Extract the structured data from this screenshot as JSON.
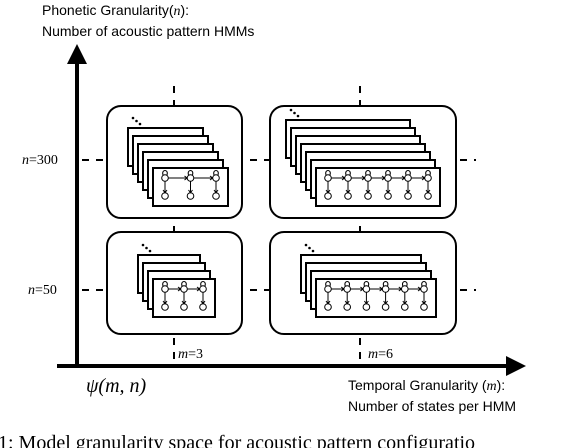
{
  "y_axis": {
    "title_line1": "Phonetic Granularity(",
    "title_var": "n",
    "title_line1_end": "):",
    "title_line2": "Number of acoustic pattern HMMs"
  },
  "x_axis": {
    "title_line1": "Temporal Granularity (",
    "title_var": "m",
    "title_line1_end": "):",
    "title_line2": "Number of states per HMM"
  },
  "ticks": {
    "n300": {
      "var": "n",
      "value": "=300"
    },
    "n50": {
      "var": "n",
      "value": "=50"
    },
    "m3": {
      "var": "m",
      "value": "=3"
    },
    "m6": {
      "var": "m",
      "value": "=6"
    }
  },
  "origin_label": "ψ(m, n)",
  "caption": "1: Model granularity space for acoustic pattern configuratio",
  "cells": [
    {
      "id": "m3-n300",
      "m": 3,
      "n": 300
    },
    {
      "id": "m6-n300",
      "m": 6,
      "n": 300
    },
    {
      "id": "m3-n50",
      "m": 3,
      "n": 50
    },
    {
      "id": "m6-n50",
      "m": 6,
      "n": 50
    }
  ]
}
